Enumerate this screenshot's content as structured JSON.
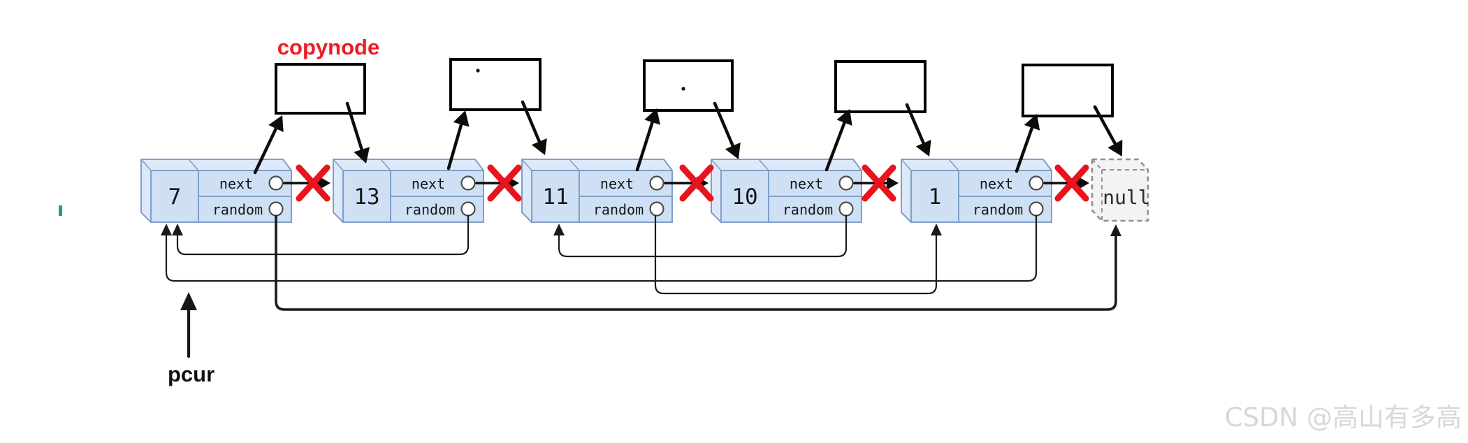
{
  "labels": {
    "copynode": "copynode",
    "pcur": "pcur",
    "null_box": "null",
    "watermark": "CSDN @高山有多高"
  },
  "field_labels": {
    "next": "next",
    "random": "random"
  },
  "nodes": [
    {
      "value": "7",
      "next_target": "13",
      "next_crossed": true,
      "random_target": "null"
    },
    {
      "value": "13",
      "next_target": "11",
      "next_crossed": true,
      "random_target": "7"
    },
    {
      "value": "11",
      "next_target": "10",
      "next_crossed": true,
      "random_target": "1"
    },
    {
      "value": "10",
      "next_target": "1",
      "next_crossed": true,
      "random_target": "11"
    },
    {
      "value": "1",
      "next_target": "null",
      "next_crossed": true,
      "random_target": "7"
    }
  ],
  "copynodes": [
    {
      "label": "",
      "has_dot": false
    },
    {
      "label": "",
      "has_dot": true
    },
    {
      "label": "",
      "has_dot": true
    },
    {
      "label": "",
      "has_dot": false
    },
    {
      "label": "",
      "has_dot": false
    }
  ],
  "structure": {
    "next_chain": [
      "7",
      "13",
      "11",
      "10",
      "1",
      "null"
    ],
    "all_next_pointers_crossed_out": true,
    "each_node_points_up_to_its_copynode": true,
    "each_copynode_points_down_to_next_original_node": true,
    "pcur_points_to": "7"
  },
  "colors": {
    "node_fill": "#cfe0f5",
    "node_top_fill": "#dde9f8",
    "node_border": "#7e9fc8",
    "ink_black": "#161616",
    "cross_red": "#e8131c",
    "copynode_red": "#ef1a23",
    "null_fill": "#f2f3f4",
    "null_border": "#8d9298",
    "null_text": "#2b2b2b",
    "green_mark": "#1ea65c",
    "watermark_gray": "#d8d8d8"
  }
}
